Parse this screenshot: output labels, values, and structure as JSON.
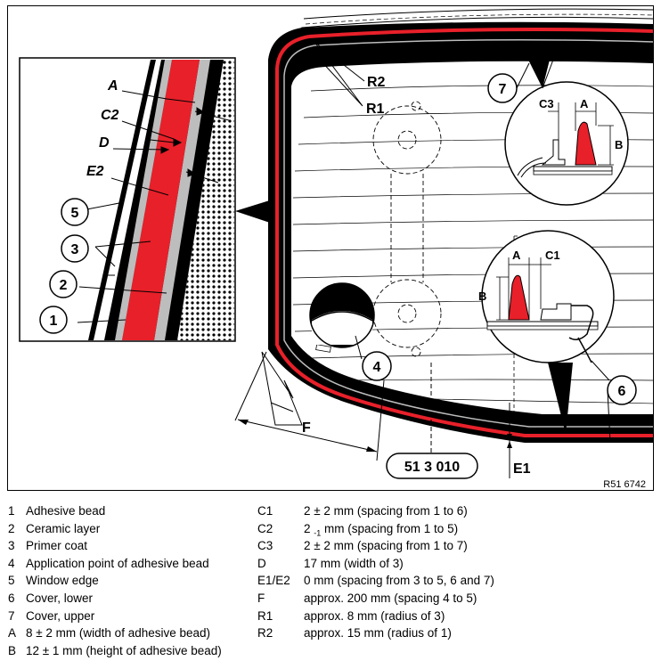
{
  "figure": {
    "ref_code": "R51 6742",
    "part_number": "51 3 010",
    "labels": {
      "A": "A",
      "B": "B",
      "C1": "C1",
      "C2": "C2",
      "C3": "C3",
      "D": "D",
      "E1": "E1",
      "E2": "E2",
      "F": "F",
      "R1": "R1",
      "R2": "R2",
      "n1": "1",
      "n2": "2",
      "n3": "3",
      "n4": "4",
      "n5": "5",
      "n6": "6",
      "n7": "7"
    }
  },
  "legend": {
    "left": [
      {
        "key": "1",
        "text": "Adhesive bead"
      },
      {
        "key": "2",
        "text": "Ceramic layer"
      },
      {
        "key": "3",
        "text": "Primer coat"
      },
      {
        "key": "4",
        "text": "Application point of adhesive bead"
      },
      {
        "key": "5",
        "text": "Window edge"
      },
      {
        "key": "6",
        "text": "Cover, lower"
      },
      {
        "key": "7",
        "text": "Cover, upper"
      },
      {
        "key": "A",
        "text": "8 ± 2 mm (width of adhesive bead)"
      },
      {
        "key": "B",
        "text": "12 ± 1 mm (height of adhesive bead)"
      }
    ],
    "right": [
      {
        "key": "C1",
        "text": "2 ± 2 mm (spacing from 1 to 6)"
      },
      {
        "key": "C2",
        "text_pre": "2 ",
        "text_sub": "-1",
        "text_post": " mm (spacing from 1 to 5)"
      },
      {
        "key": "C3",
        "text": "2 ± 2 mm (spacing from 1 to 7)"
      },
      {
        "key": "D",
        "text": "17 mm (width of 3)"
      },
      {
        "key": "E1/E2",
        "text": "0 mm (spacing from 3 to 5, 6 and 7)"
      },
      {
        "key": "F",
        "text": "approx. 200 mm (spacing 4 to 5)"
      },
      {
        "key": "R1",
        "text": "approx. 8 mm (radius of 3)"
      },
      {
        "key": "R2",
        "text": "approx. 15 mm (radius of 1)"
      }
    ]
  }
}
